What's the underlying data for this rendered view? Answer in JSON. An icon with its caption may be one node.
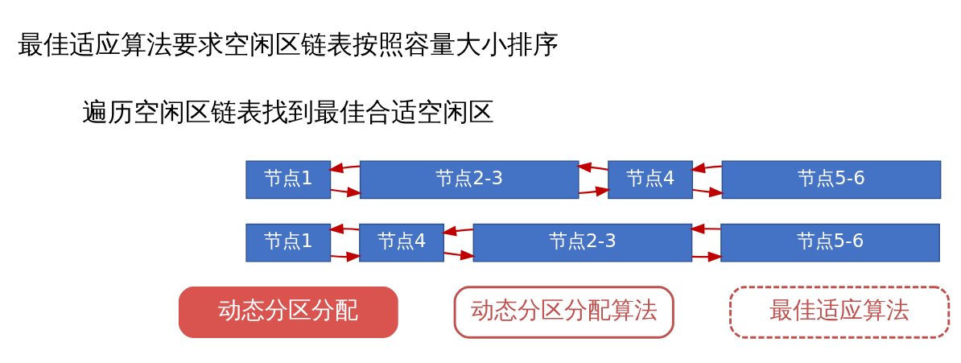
{
  "diagram": {
    "nodes": [
      {
        "text": [
          "节点1"
        ]
      },
      {
        "text": [
          "节点2-3"
        ]
      },
      {
        "text": [
          "节点4"
        ]
      },
      {
        "text": [
          "节点5-6"
        ]
      },
      {
        "text": [
          "节点1"
        ]
      },
      {
        "text": [
          "节点4"
        ]
      },
      {
        "text": [
          "节点2-3"
        ]
      },
      {
        "text": [
          "节点5-6"
        ]
      },
      {
        "text": [
          "动态分区分配"
        ]
      },
      {
        "text": [
          "动态分区分配算法"
        ]
      },
      {
        "text": [
          "最佳适应算法"
        ]
      }
    ],
    "edges": [
      {
        "from": 0,
        "to": 1,
        "arrow": "to"
      },
      {
        "from": 1,
        "to": 0,
        "arrow": "to"
      },
      {
        "from": 1,
        "to": 2,
        "arrow": "to"
      },
      {
        "from": 2,
        "to": 1,
        "arrow": "to"
      },
      {
        "from": 2,
        "to": 3,
        "arrow": "to"
      },
      {
        "from": 3,
        "to": 2,
        "arrow": "to"
      },
      {
        "from": 4,
        "to": 5,
        "arrow": "to"
      },
      {
        "from": 5,
        "to": 4,
        "arrow": "to"
      },
      {
        "from": 5,
        "to": 6,
        "arrow": "to"
      },
      {
        "from": 6,
        "to": 5,
        "arrow": "to"
      },
      {
        "from": 6,
        "to": 7,
        "arrow": "to"
      },
      {
        "from": 7,
        "to": 6,
        "arrow": "to"
      }
    ],
    "labels": [
      "最佳适应算法要求空闲区链表按照容量大小排序",
      "遍历空闲区链表找到最佳合适空闲区"
    ]
  }
}
